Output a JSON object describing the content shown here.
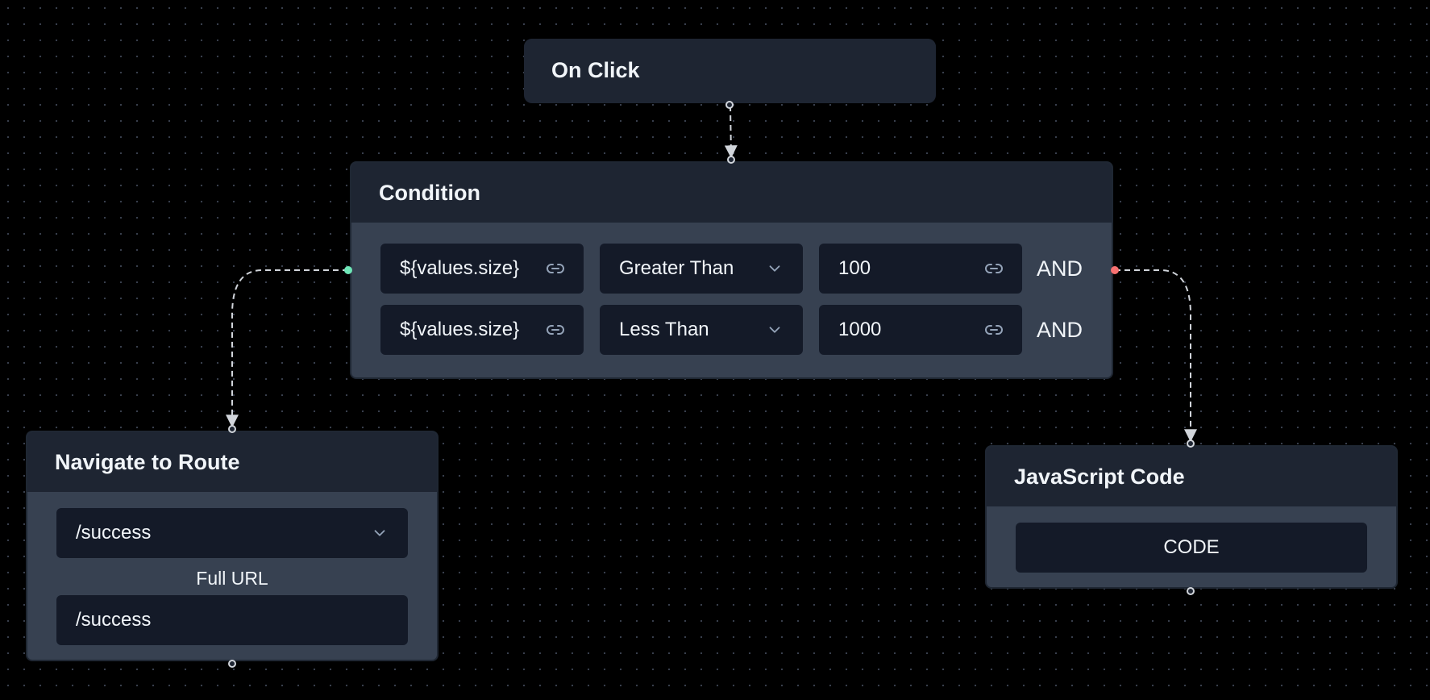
{
  "nodes": {
    "on_click": {
      "title": "On Click"
    },
    "condition": {
      "title": "Condition",
      "rows": [
        {
          "value_a": "${values.size}",
          "operator": "Greater Than",
          "value_b": "100",
          "join": "AND"
        },
        {
          "value_a": "${values.size}",
          "operator": "Less Than",
          "value_b": "1000",
          "join": "AND"
        }
      ]
    },
    "navigate": {
      "title": "Navigate to Route",
      "route_select": "/success",
      "full_url_label": "Full URL",
      "full_url_value": "/success"
    },
    "javascript": {
      "title": "JavaScript Code",
      "code_button": "CODE"
    }
  },
  "icons": {
    "link": "link-icon",
    "chevron": "chevron-down-icon"
  },
  "colors": {
    "canvas_bg": "#000000",
    "node_header": "#1e2532",
    "node_body": "#374151",
    "field_bg": "#141a28",
    "edge": "#d1d5db",
    "true_handle": "#6ee7b7",
    "false_handle": "#f87171"
  }
}
